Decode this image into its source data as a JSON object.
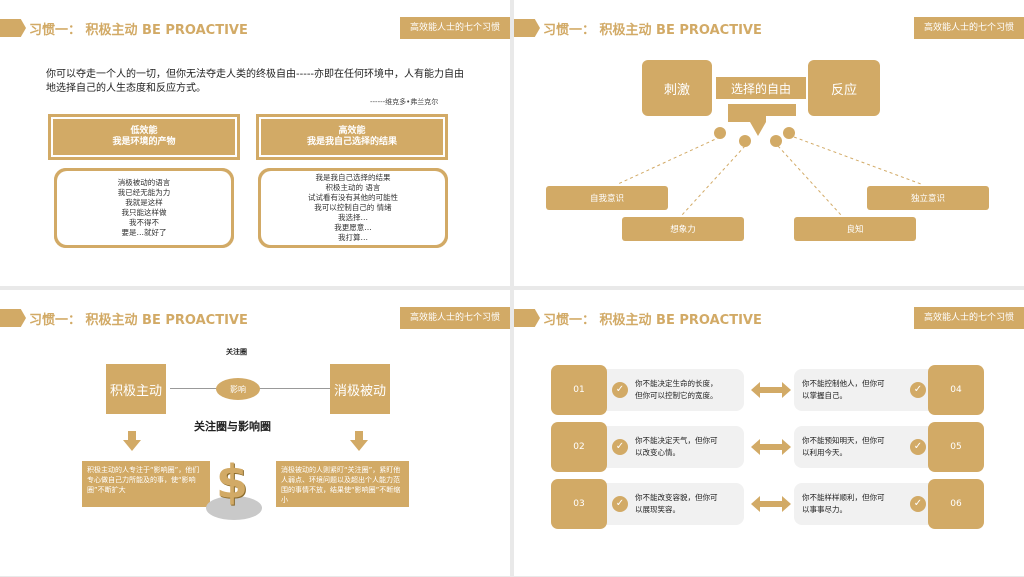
{
  "common": {
    "title": "习惯一：  积极主动  BE PROACTIVE",
    "badge": "高效能人士的七个习惯"
  },
  "slide1": {
    "quote": "你可以夺走一个人的一切，但你无法夺走人类的终极自由-----亦即在任何环境中，人有能力自由地选择自己的人生态度和反应方式。",
    "author": "------维克多•弗兰克尔",
    "left_head": "低效能\n我是环境的产物",
    "right_head": "高效能\n我是我自己选择的结果",
    "left_body": "消极被动的语言\n我已经无能为力\n我就是这样\n我只能这样做\n我不得不\n要是…就好了",
    "right_body": "我是我自己选择的结果\n积极主动的 语言\n试试看有没有其他的可能性\n我可以控制自己的 情绪\n我选择…\n我更愿意…\n我打算…"
  },
  "slide2": {
    "stimulus": "刺激",
    "freedom": "选择的自由",
    "response": "反应",
    "self_awareness": "自我意识",
    "imagination": "想象力",
    "conscience": "良知",
    "independent_will": "独立意识"
  },
  "slide3": {
    "top_label": "关注圈",
    "proactive": "积极主动",
    "reactive": "消极被动",
    "influence": "影响",
    "subtitle": "关注圈与影响圈",
    "left_text": "积极主动的人专注于“影响圈”，他们专心做自己力所能及的事，使“影响圈”不断扩大",
    "right_text": "消极被动的人则紧盯“关注圈”，紧盯他人弱点、环境问题以及超出个人能力范围的事情不放，结果使“影响圈”不断缩小",
    "dollar": "$"
  },
  "slide4": {
    "rows": [
      {
        "left_num": "01",
        "left_text": "你不能决定生命的长度，\n但你可以控制它的宽度。",
        "right_text": "你不能控制他人，但你可\n以掌握自己。",
        "right_num": "04"
      },
      {
        "left_num": "02",
        "left_text": "你不能决定天气，但你可\n以改变心情。",
        "right_text": "你不能预知明天，但你可\n以利用今天。",
        "right_num": "05"
      },
      {
        "left_num": "03",
        "left_text": "你不能改变容貌，但你可\n以展现笑容。",
        "right_text": "你不能样样顺利，但你可\n以事事尽力。",
        "right_num": "06"
      }
    ]
  },
  "colors": {
    "accent": "#d2aa66",
    "background": "#ffffff",
    "pill": "#f1f1f1"
  },
  "icons": [
    "check-icon",
    "double-arrow-icon",
    "down-arrow-icon",
    "dollar-icon"
  ]
}
